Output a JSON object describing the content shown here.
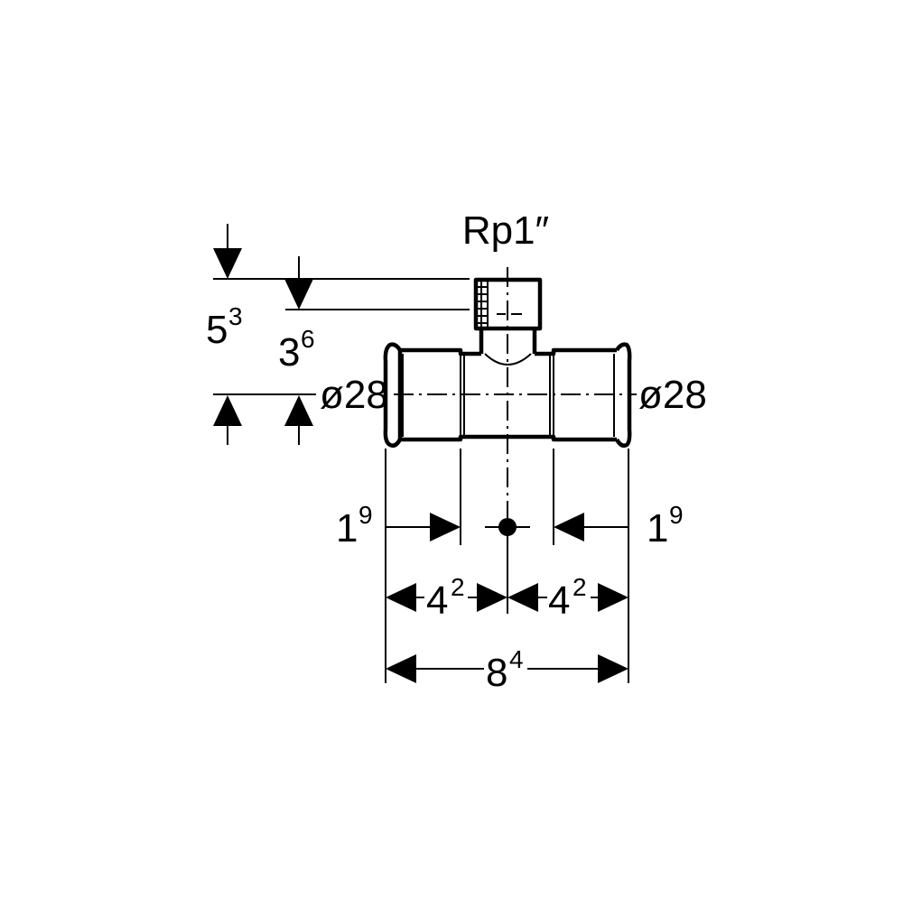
{
  "title": "Rp1″",
  "dimensions": {
    "height_outer": {
      "main": "5",
      "sup": "3"
    },
    "height_inner": {
      "main": "3",
      "sup": "6"
    },
    "diameter_left": "ø28",
    "diameter_right": "ø28",
    "socket_left": {
      "main": "1",
      "sup": "9"
    },
    "socket_right": {
      "main": "1",
      "sup": "9"
    },
    "half_left": {
      "main": "4",
      "sup": "2"
    },
    "half_right": {
      "main": "4",
      "sup": "2"
    },
    "overall": {
      "main": "8",
      "sup": "4"
    }
  }
}
